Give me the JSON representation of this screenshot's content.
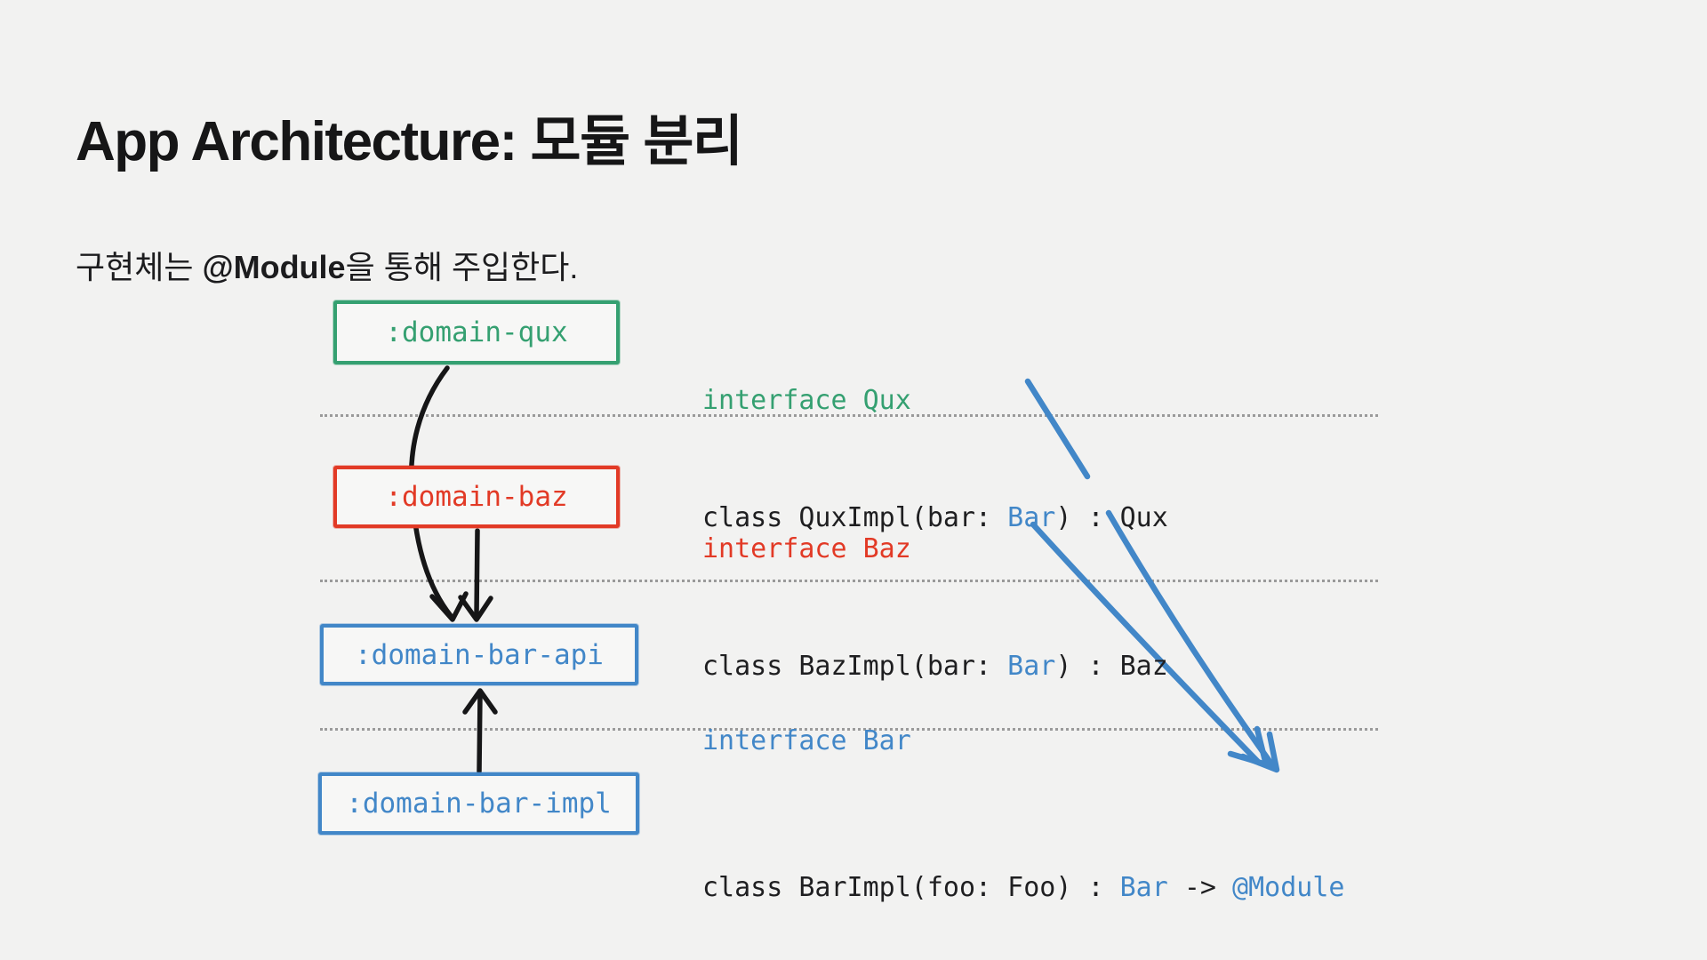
{
  "slide": {
    "title": "App Architecture: 모듈 분리",
    "subtitle": {
      "prefix": "구현체는 ",
      "emphasis": "@Module",
      "suffix": "을 통해 주입한다."
    }
  },
  "colors": {
    "background": "#f2f2f1",
    "green": "#35a071",
    "red": "#e23a26",
    "blue": "#4287c8",
    "text": "#1c1c1e",
    "separator_dots": "#9a9a9a",
    "box_fill": "#f7f7f6"
  },
  "diagram": {
    "boxes": [
      {
        "label": ":domain-qux",
        "color": "green"
      },
      {
        "label": ":domain-baz",
        "color": "red"
      },
      {
        "label": ":domain-bar-api",
        "color": "blue"
      },
      {
        "label": ":domain-bar-impl",
        "color": "blue"
      }
    ],
    "arrows": [
      {
        "name": "qux-to-bar-api",
        "style": "black curved"
      },
      {
        "name": "baz-to-bar-api",
        "style": "black straight"
      },
      {
        "name": "bar-impl-to-bar-api",
        "style": "black up"
      },
      {
        "name": "qux-bar-ref-to-module",
        "style": "blue"
      },
      {
        "name": "baz-bar-ref-to-module",
        "style": "blue"
      }
    ]
  },
  "code": {
    "qux": {
      "line1": "interface Qux",
      "line2": [
        {
          "text": "class QuxImpl(bar: "
        },
        {
          "text": "Bar"
        },
        {
          "text": ") : Qux"
        }
      ]
    },
    "baz": {
      "line1": "interface Baz",
      "line2": [
        {
          "text": "class BazImpl(bar: "
        },
        {
          "text": "Bar"
        },
        {
          "text": ") : Baz"
        }
      ]
    },
    "bar": {
      "line1": "interface Bar"
    },
    "impl": {
      "line1": [
        {
          "text": "class BarImpl(foo: Foo) : "
        },
        {
          "text": "Bar"
        },
        {
          "text": " -> "
        },
        {
          "text": "@Module"
        }
      ]
    }
  }
}
